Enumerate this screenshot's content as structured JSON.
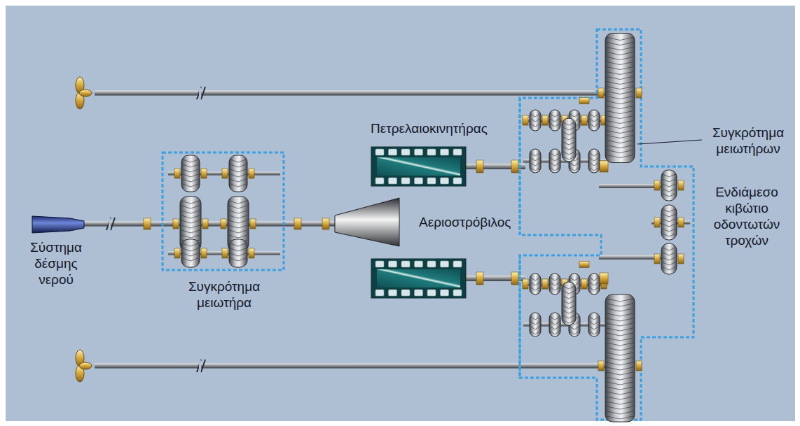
{
  "diagram": {
    "labels": [
      "Πετρελαιοκινητήρας",
      "Συγκρότημα μειωτήρων",
      "Αεριοστρόβιλος",
      "Ενδιάμεσο κιβώτιο οδοντωτών τροχών",
      "Σύστημα δέσμης νερού",
      "Συγκρότημα μειωτήρα"
    ]
  }
}
